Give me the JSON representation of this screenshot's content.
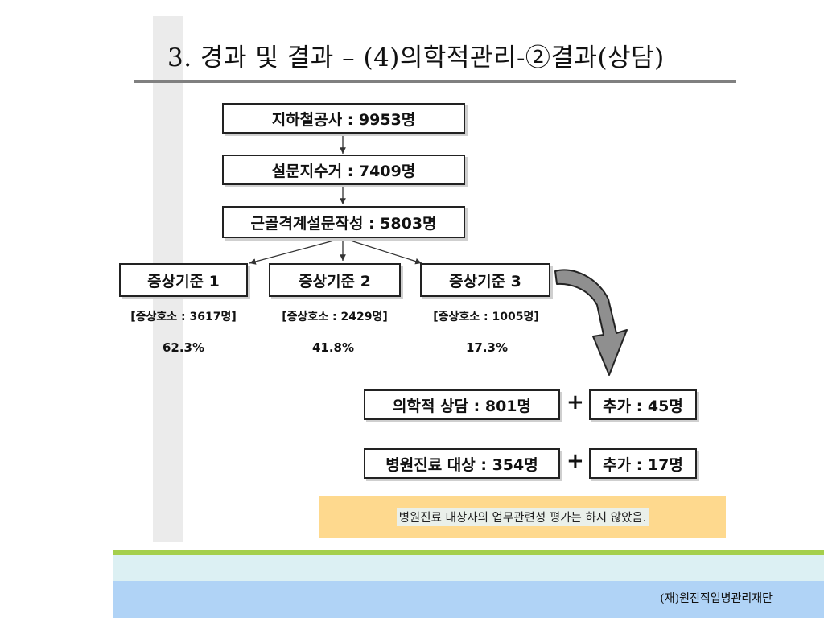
{
  "title": "3. 경과 및 결과 – (4)의학적관리-②결과(상담)",
  "flow": {
    "step1": "지하철공사 : 9953명",
    "step2": "설문지수거 : 7409명",
    "step3": "근골격계설문작성 : 5803명",
    "criteria": [
      {
        "label": "증상기준 1",
        "complaint": "[증상호소 : 3617명]",
        "percent": "62.3%"
      },
      {
        "label": "증상기준 2",
        "complaint": "[증상호소 : 2429명]",
        "percent": "41.8%"
      },
      {
        "label": "증상기준 3",
        "complaint": "[증상호소 : 1005명]",
        "percent": "17.3%"
      }
    ],
    "results": [
      {
        "main": "의학적 상담 : 801명",
        "plus": "+",
        "extra": "추가 : 45명"
      },
      {
        "main": "병원진료 대상 : 354명",
        "plus": "+",
        "extra": "추가 : 17명"
      }
    ]
  },
  "note": "병원진료 대상자의 업무관련성 평가는 하지 않았음.",
  "footer": {
    "org": "(재)원진직업병관리재단"
  },
  "colors": {
    "note_bg": "#fed98e",
    "band_green": "#a5cf4c",
    "band_blue": "#b0d3f6"
  }
}
